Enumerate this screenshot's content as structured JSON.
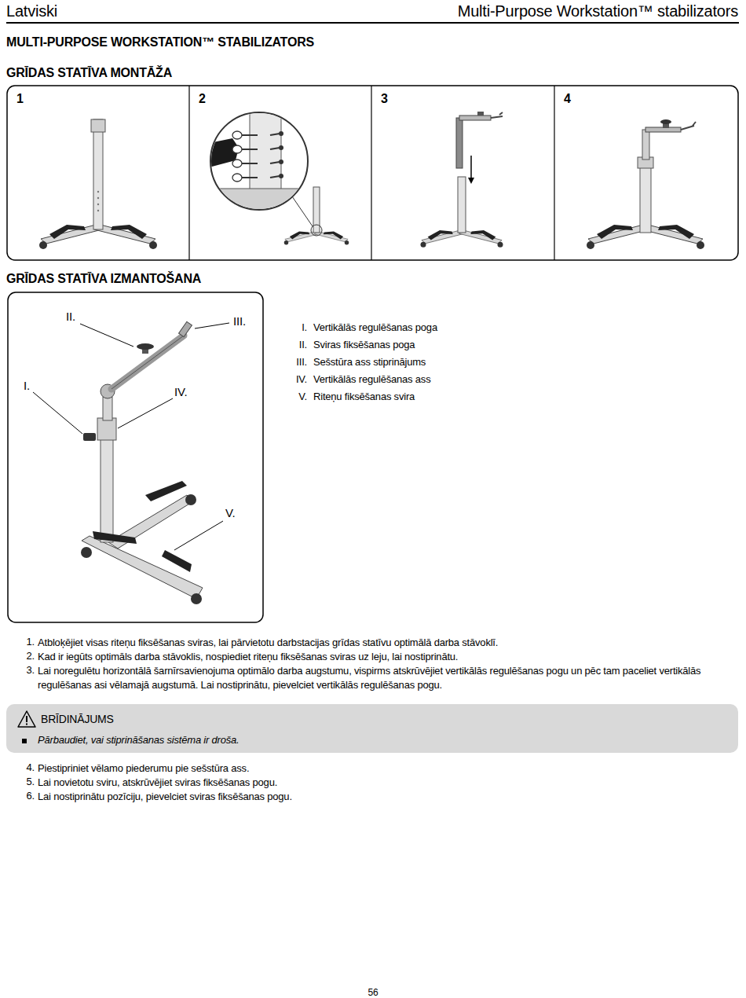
{
  "diagram": {
    "title": "MULTI-PURPOSE WORKSTATION™ STABILIZATORS",
    "nodes": [
      {
        "text": [
          "1"
        ]
      },
      {
        "text": [
          "2"
        ]
      },
      {
        "text": [
          "3"
        ]
      },
      {
        "text": [
          "4"
        ]
      },
      {
        "text": [
          "BRĪDINĀJUMS",
          "Pārbaudiet, vai stiprināšanas sistēma ir droša."
        ]
      }
    ],
    "labels": [
      "Latviski",
      "Multi-Purpose Workstation™ stabilizators",
      "GRĪDAS STATĪVA MONTĀŽA",
      "GRĪDAS STATĪVA IZMANTOŠANA",
      "II.",
      "III.",
      "I.",
      "IV.",
      "V.",
      "I.",
      "Vertikālās regulēšanas poga",
      "II.",
      "Sviras fiksēšanas poga",
      "III.",
      "Sešstūra ass stiprinājums",
      "IV.",
      "Vertikālās regulēšanas ass",
      "V.",
      "Riteņu fiksēšanas svira",
      "1.",
      "Atbloķējiet visas riteņu fiksēšanas sviras, lai pārvietotu darbstacijas grīdas statīvu optimālā darba stāvoklī.",
      "2.",
      "Kad ir iegūts optimāls darba stāvoklis, nospiediet riteņu fiksēšanas sviras uz leju, lai nostiprinātu.",
      "3.",
      "Lai noregulētu horizontālā šarnīrsavienojuma optimālo darba augstumu, vispirms atskrūvējiet vertikālās regulēšanas pogu un pēc tam paceliet vertikālās regulēšanas asi vēlamajā augstumā. Lai nostiprinātu, pievelciet vertikālās regulēšanas pogu.",
      "4.",
      "Piestipriniet vēlamo piederumu pie sešstūra ass.",
      "5.",
      "Lai novietotu sviru, atskrūvējiet sviras fiksēšanas pogu.",
      "6.",
      "Lai nostiprinātu pozīciju, pievelciet sviras fiksēšanas pogu.",
      "56"
    ]
  }
}
